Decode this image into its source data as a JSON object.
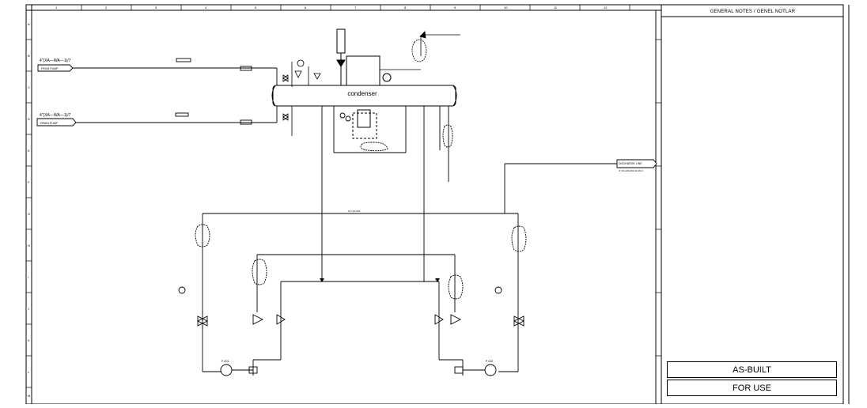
{
  "drawing": {
    "notes_header": "GENERAL NOTES / GENEL NOTLAR",
    "equipment_label": "condenser",
    "stamps": [
      "AS-BUILT",
      "FOR USE"
    ],
    "border_columns": [
      "1",
      "2",
      "3",
      "4",
      "5",
      "6",
      "7",
      "8",
      "9",
      "10",
      "11",
      "12"
    ],
    "border_rows": [
      "A",
      "B",
      "C",
      "D",
      "E",
      "F",
      "G",
      "H",
      "I",
      "J",
      "K",
      "L",
      "M"
    ],
    "line_tag_top": "4\"(XA—WA—1)/7",
    "line_tag_mid": "4\"(XA—WA—1)/7",
    "flag_top_left": "FROM PUMP",
    "flag_mid_left": "DRAIN PUMP",
    "flag_right": "DISCHARGE LINE",
    "flag_right_sub": "4\"-XA-WA-001-02-03-3",
    "mid_valve_tag": "12\"-XA-001",
    "pump_left_tag": "P-001",
    "pump_right_tag": "P-002"
  }
}
